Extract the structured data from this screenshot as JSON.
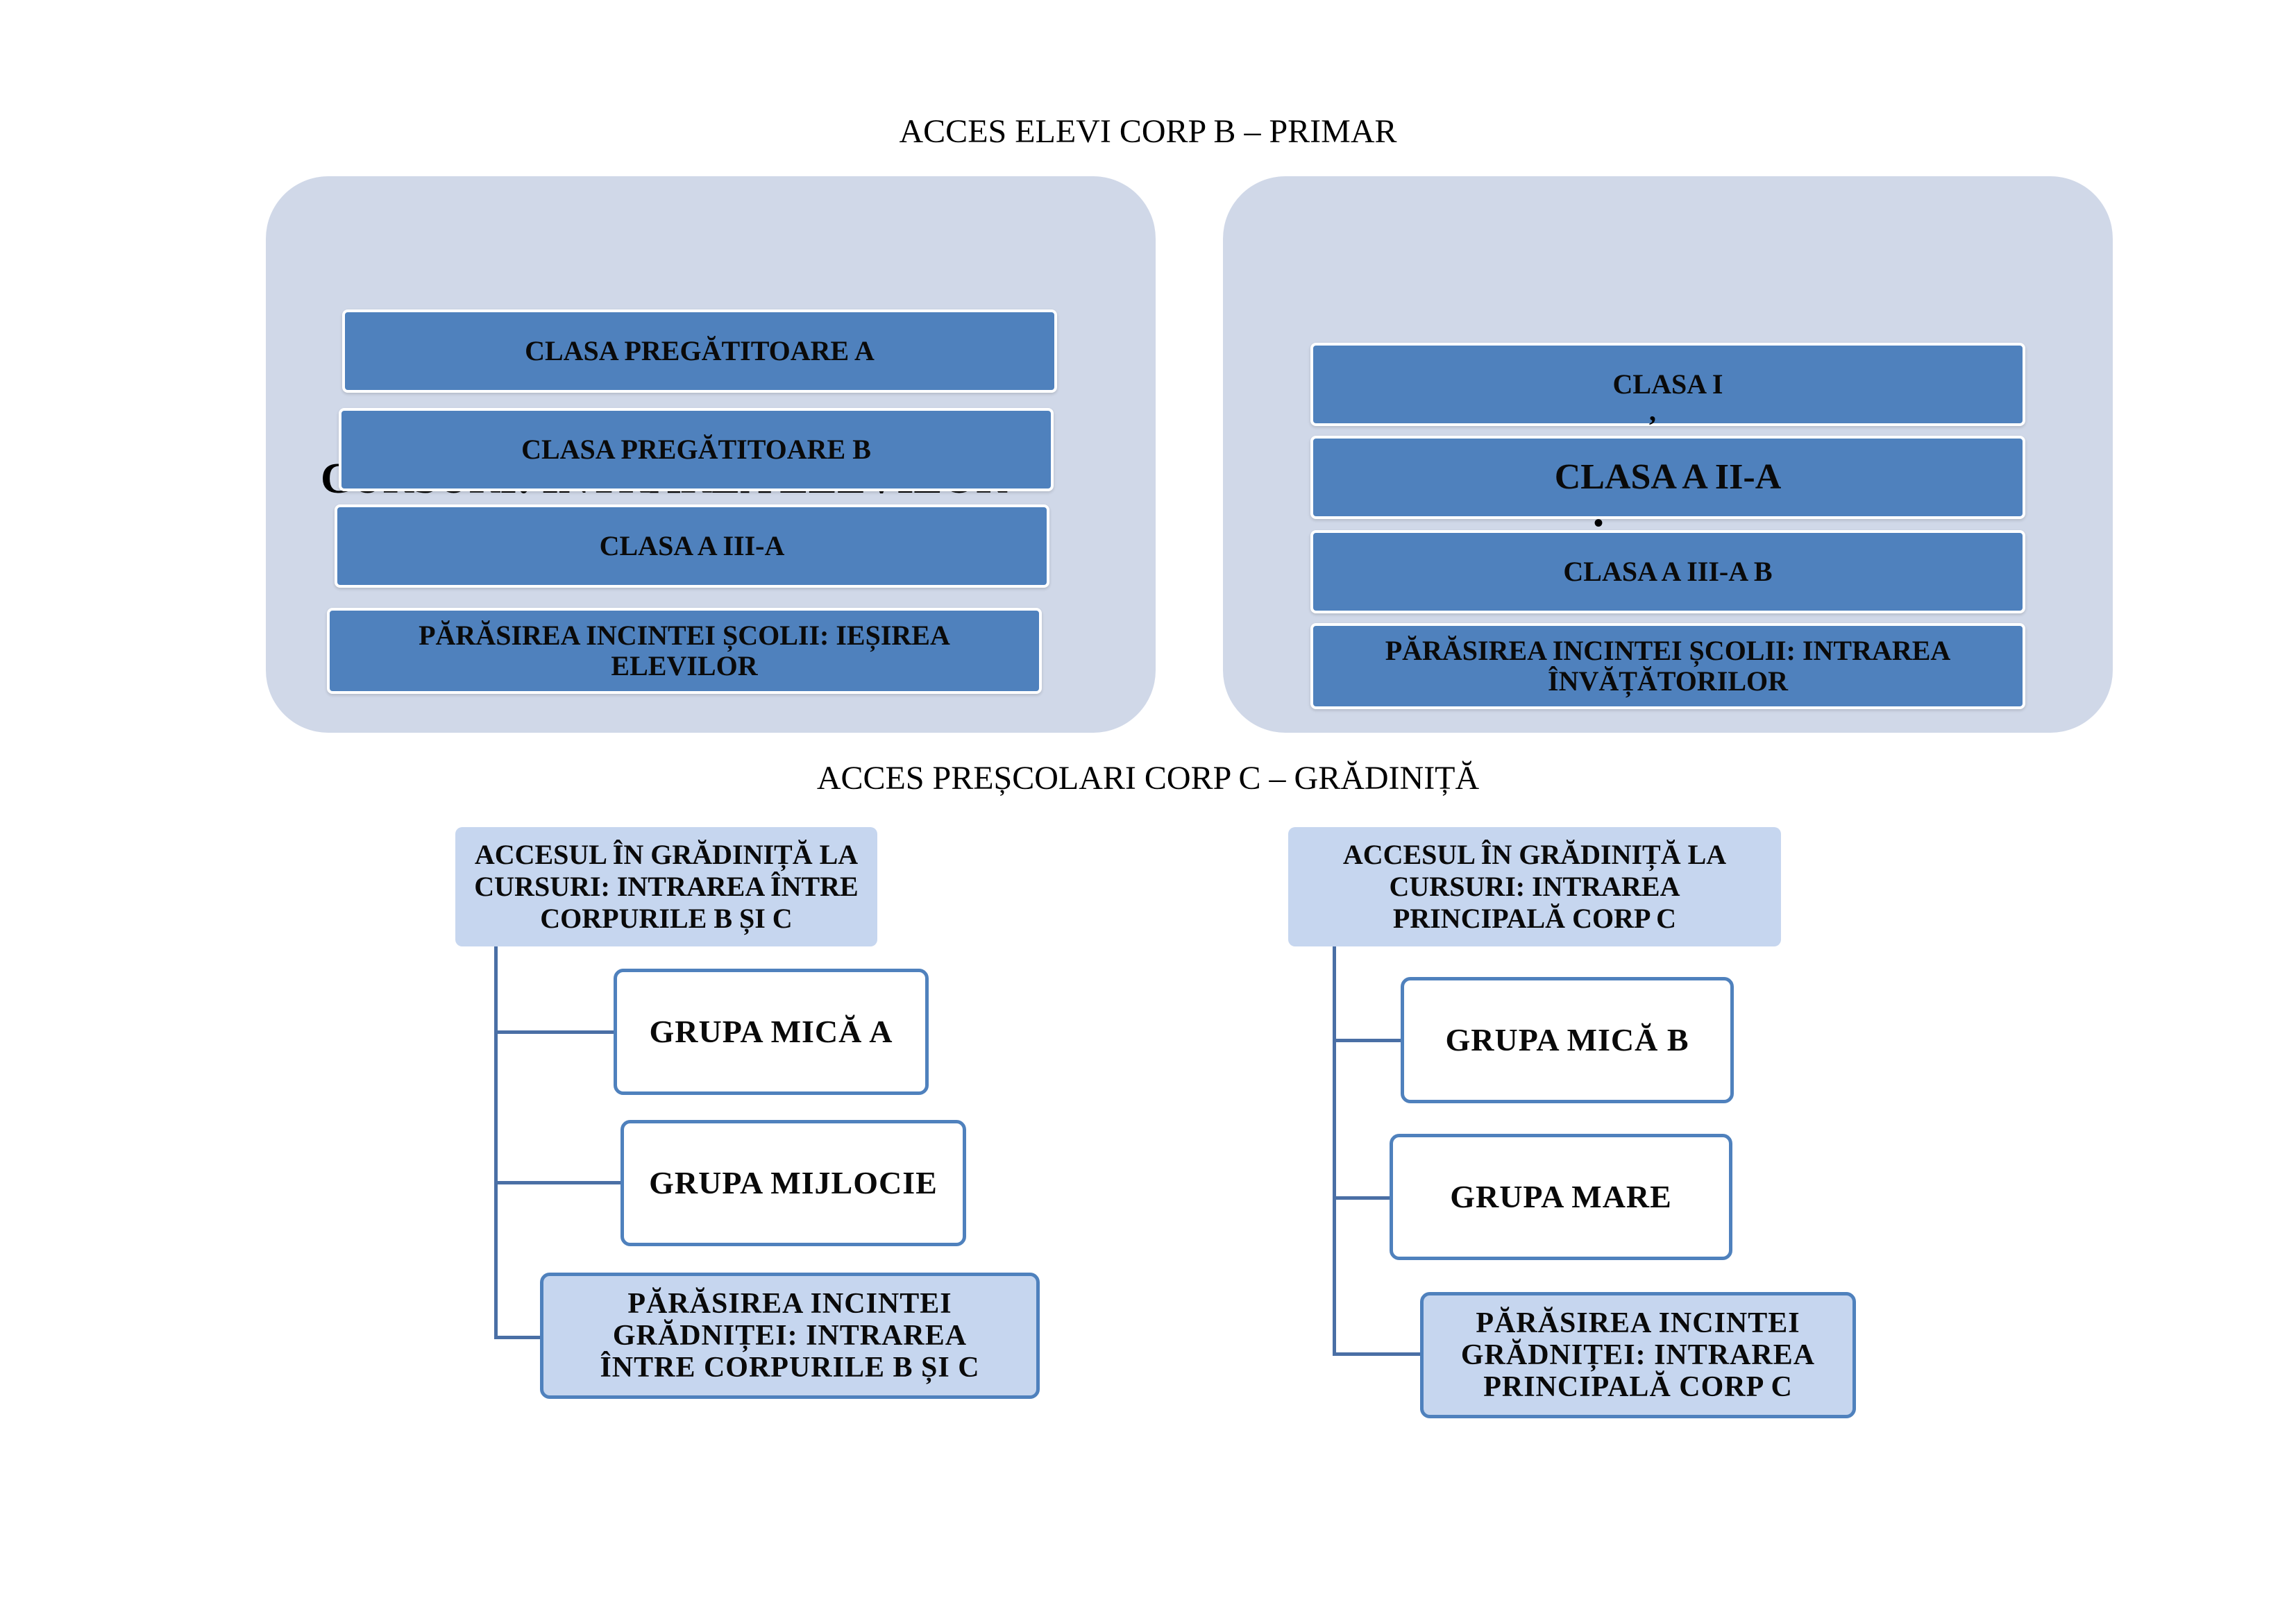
{
  "section_b": {
    "title": "ACCES ELEVI CORP B – PRIMAR",
    "left_panel": {
      "background_text": "CURSURI: INTRAREA ELEVILOR",
      "items": [
        "CLASA PREGĂTITOARE A",
        "CLASA PREGĂTITOARE B",
        "CLASA A III-A",
        "PĂRĂSIREA INCINTEI ȘCOLII:  IEȘIREA ELEVILOR"
      ]
    },
    "right_panel": {
      "items": [
        "CLASA I",
        "CLASA A II-A",
        "CLASA A III-A B",
        "PĂRĂSIREA INCINTEI ȘCOLII:  INTRAREA ÎNVĂȚĂTORILOR"
      ]
    }
  },
  "section_c": {
    "title": "ACCES PREȘCOLARI CORP C – GRĂDINIȚĂ",
    "left_tree": {
      "root": "ACCESUL ÎN GRĂDINIȚĂ LA CURSURI: INTRAREA ÎNTRE CORPURILE B ȘI C",
      "children": [
        "GRUPA MICĂ A",
        "GRUPA MIJLOCIE",
        "PĂRĂSIREA INCINTEI GRĂDNIȚEI: INTRAREA ÎNTRE CORPURILE B ȘI C"
      ]
    },
    "right_tree": {
      "root": "ACCESUL ÎN GRĂDINIȚĂ LA CURSURI: INTRAREA PRINCIPALĂ CORP C",
      "children": [
        "GRUPA MICĂ B",
        "GRUPA MARE",
        "PĂRĂSIREA INCINTEI GRĂDNIȚEI: INTRAREA PRINCIPALĂ CORP C"
      ]
    }
  },
  "colors": {
    "panel_bg": "#d0d8e8",
    "bar_fill": "#4f81bd",
    "tree_box": "#c6d6ef",
    "connector": "#4a6fa5"
  }
}
